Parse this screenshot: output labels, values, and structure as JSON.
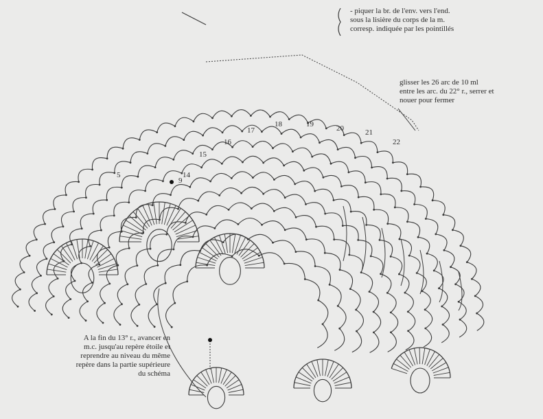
{
  "notes": {
    "top": [
      "- piquer la br. de l'env. vers l'end.",
      "sous la lisière du corps de la m.",
      "corresp. indiquée par les pointillés"
    ],
    "right": [
      "glisser les 26 arc de 10 ml",
      "entre les arc. du 22° r., serrer et",
      "nouer pour fermer"
    ],
    "left": [
      "A la fin du 13° r., avancer en",
      "m.c. jusqu'au repère étoile et",
      "reprendre au niveau du même",
      "repère dans la partie supérieure",
      "du schéma"
    ]
  },
  "round_numbers": [
    "5",
    "9",
    "14",
    "15",
    "16",
    "17",
    "18",
    "19",
    "20",
    "21",
    "22"
  ],
  "colors": {
    "paper": "#ebebea",
    "ink": "#3a3a3a",
    "text": "#2a2a2a"
  }
}
